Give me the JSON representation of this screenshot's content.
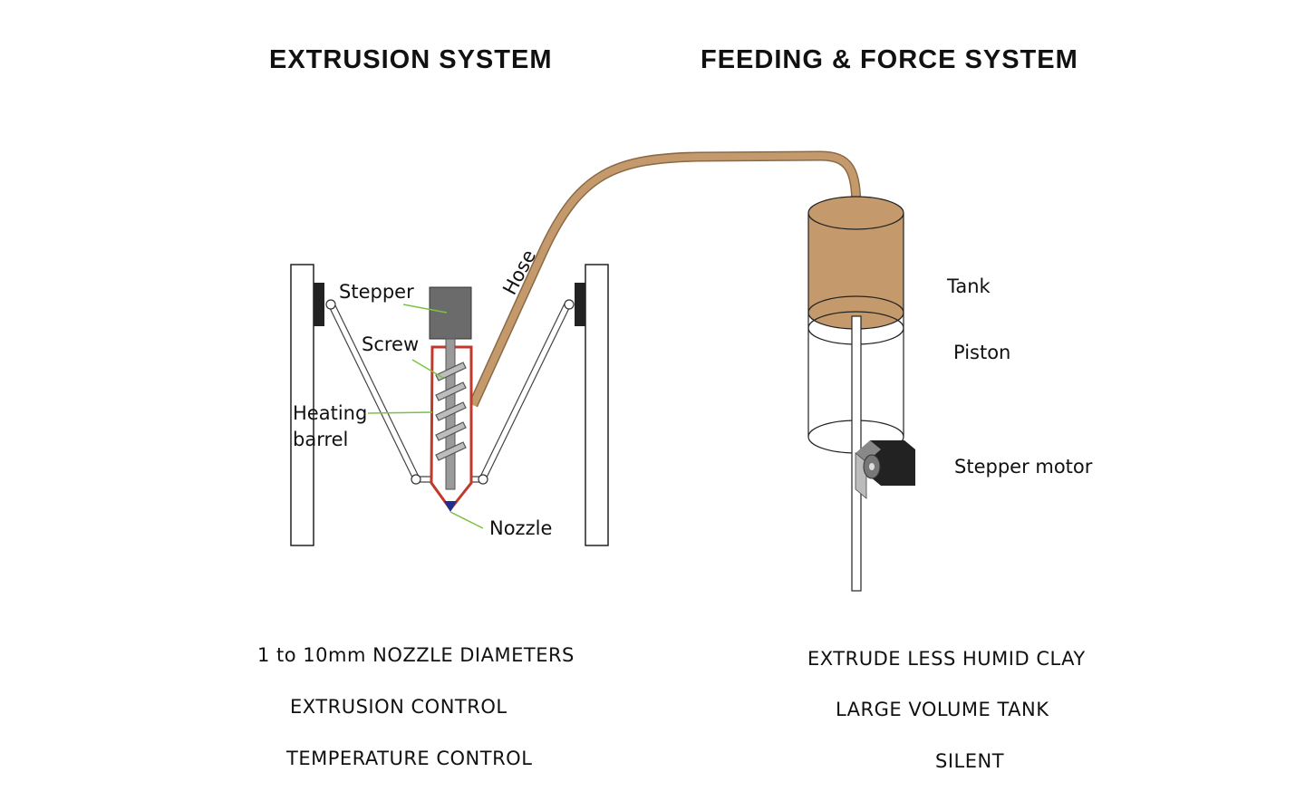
{
  "headings": {
    "extrusion": "EXTRUSION SYSTEM",
    "feeding": "FEEDING & FORCE SYSTEM"
  },
  "labels": {
    "stepper": "Stepper",
    "screw": "Screw",
    "heating_line1": "Heating",
    "heating_line2": "barrel",
    "nozzle": "Nozzle",
    "hose": "Hose",
    "tank": "Tank",
    "piston": "Piston",
    "stepper_motor": "Stepper motor"
  },
  "features": {
    "extrusion": [
      "1 to 10mm NOZZLE DIAMETERS",
      "EXTRUSION CONTROL",
      "TEMPERATURE CONTROL"
    ],
    "feeding": [
      "EXTRUDE LESS HUMID CLAY",
      "LARGE VOLUME TANK",
      "SILENT"
    ]
  },
  "colors": {
    "clay": "#c49a6c",
    "hose_outline": "#8a6a45",
    "barrel_red": "#c0392b",
    "leader_green": "#7cc242",
    "nozzle_blue": "#1f2f8f",
    "motor_dark": "#222222"
  }
}
